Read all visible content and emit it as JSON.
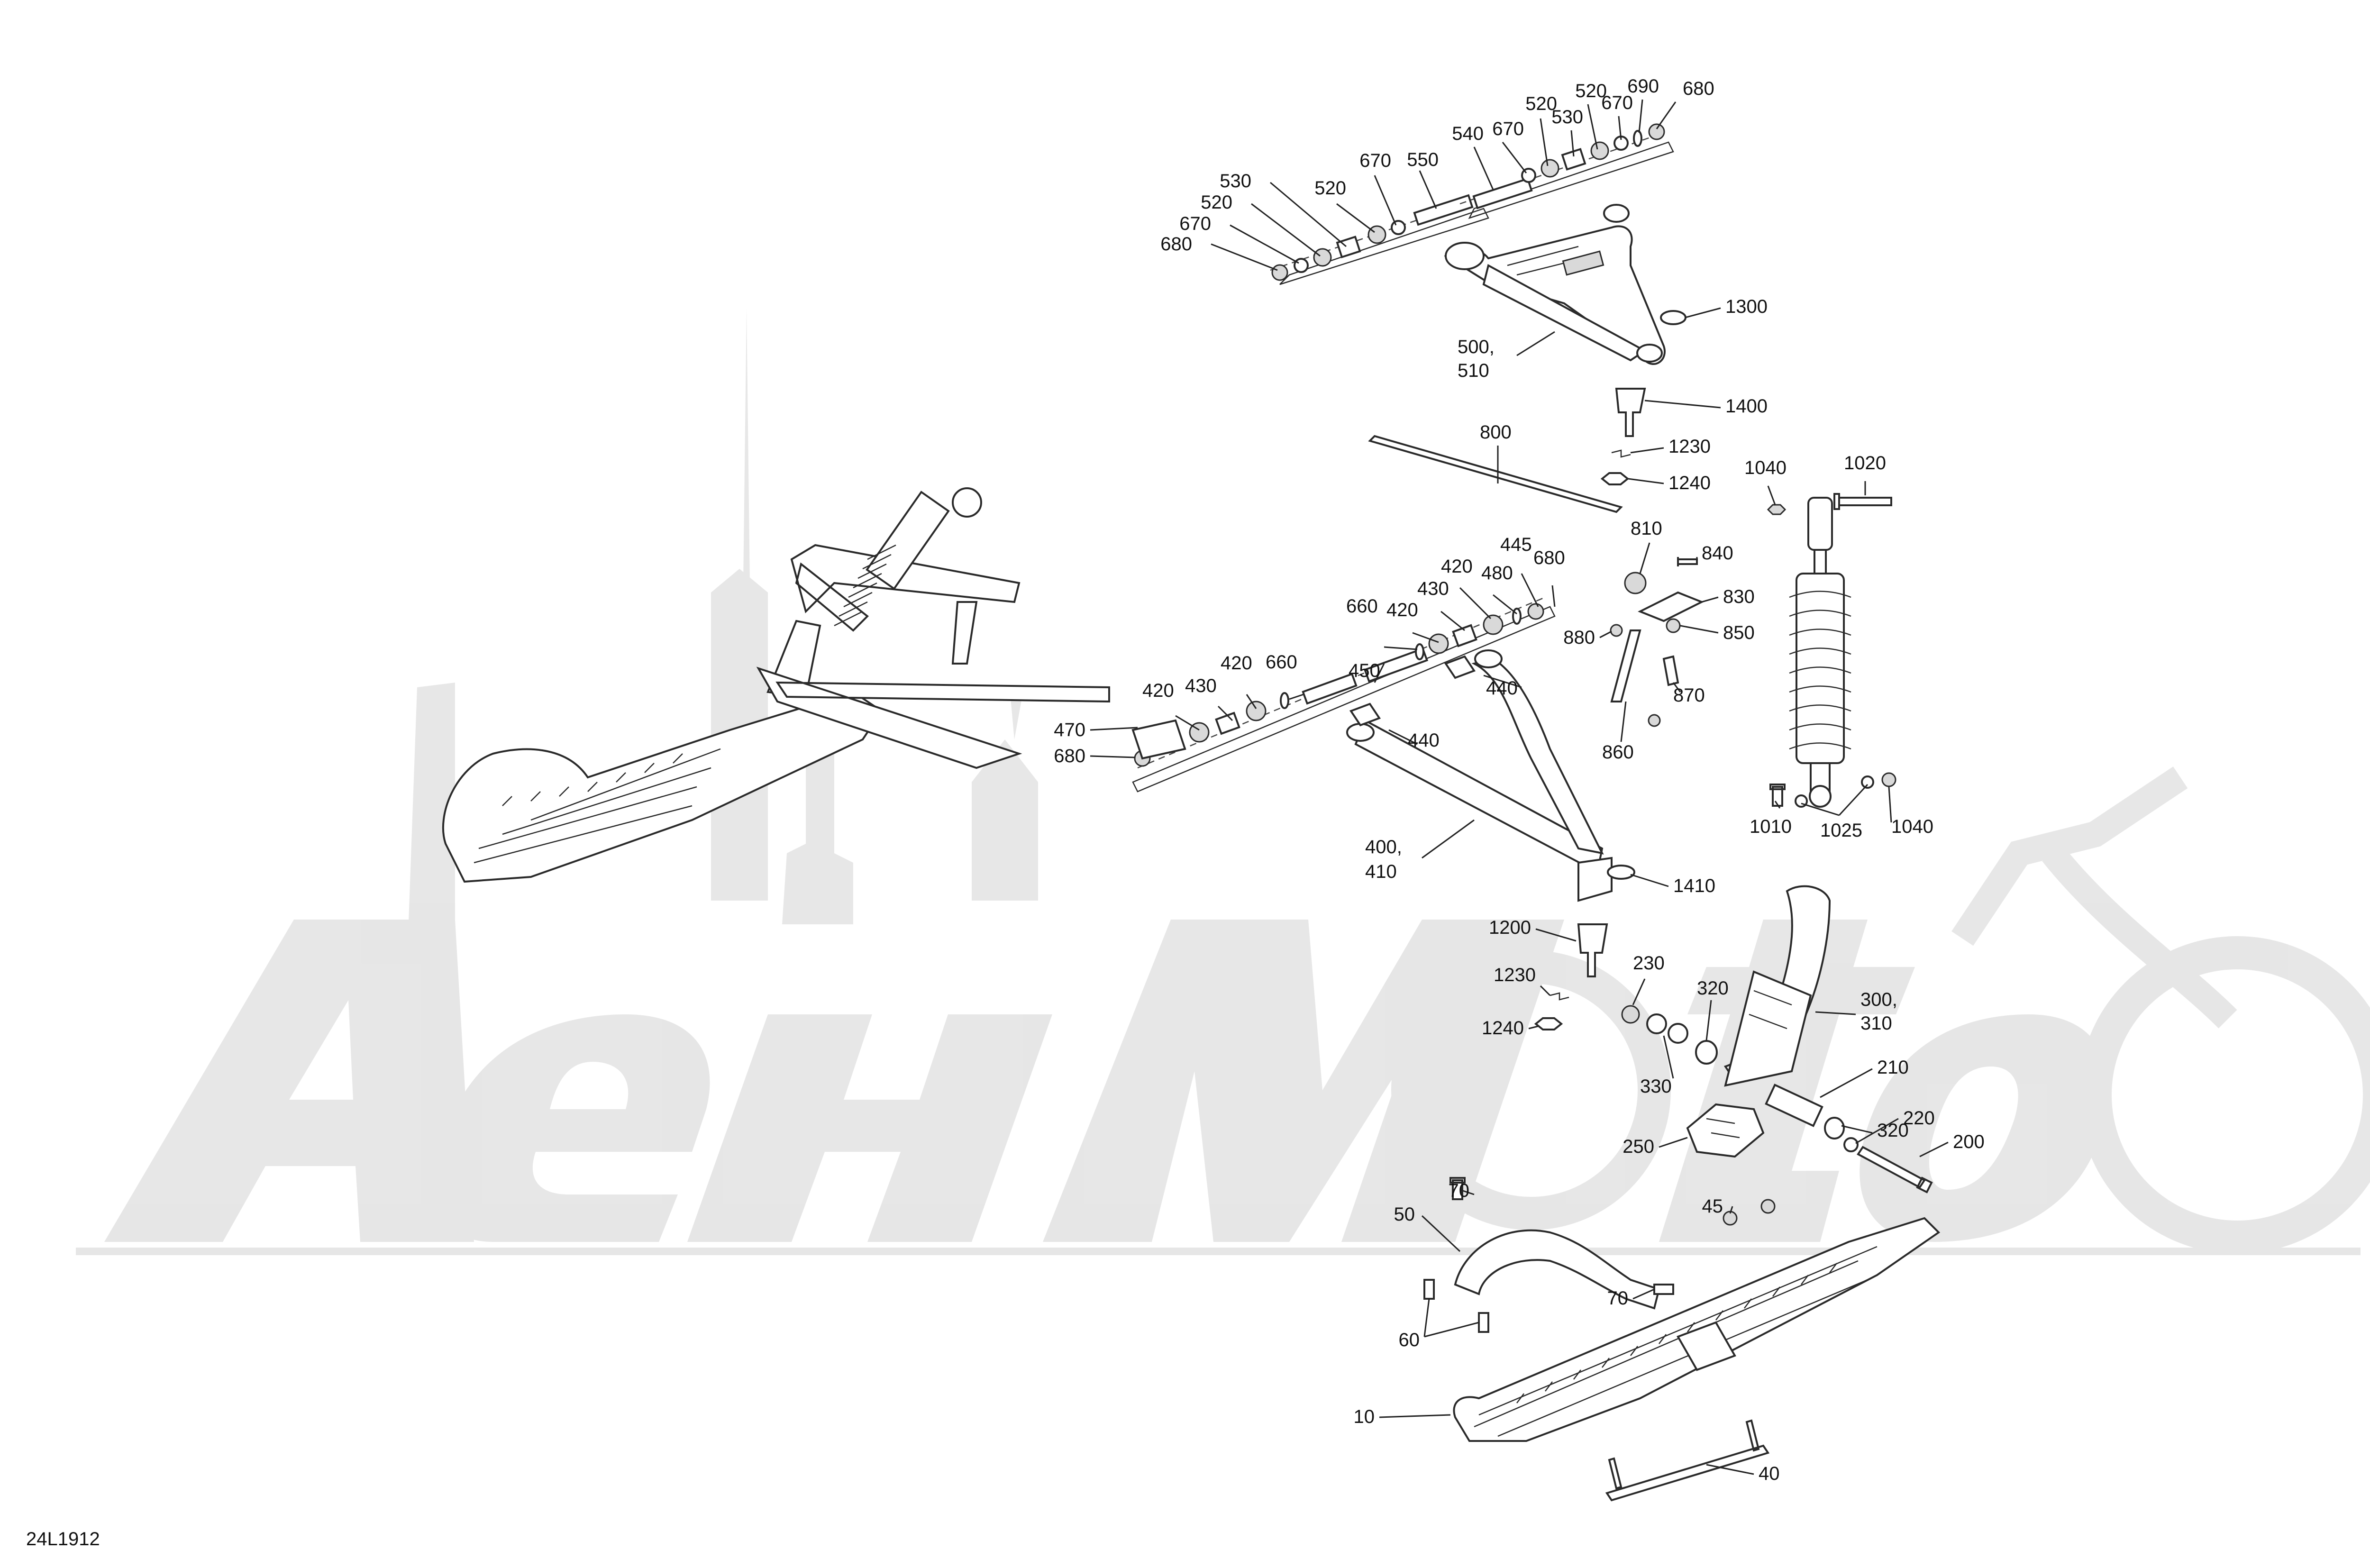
{
  "watermark": {
    "text": "AehMoto"
  },
  "diagram_code": "24L1912",
  "callouts": [
    "680",
    "670",
    "520",
    "530",
    "520",
    "670",
    "550",
    "540",
    "670",
    "520",
    "530",
    "520",
    "670",
    "690",
    "680",
    "500,",
    "510",
    "1300",
    "1400",
    "1230",
    "1240",
    "800",
    "1040",
    "1020",
    "810",
    "840",
    "830",
    "850",
    "880",
    "870",
    "860",
    "445",
    "680",
    "420",
    "480",
    "430",
    "420",
    "660",
    "450",
    "660",
    "420",
    "430",
    "420",
    "470",
    "680",
    "440",
    "440",
    "400,",
    "410",
    "1410",
    "1010",
    "1025",
    "1040",
    "1200",
    "1230",
    "1240",
    "230",
    "320",
    "300,",
    "310",
    "330",
    "210",
    "320",
    "220",
    "200",
    "250",
    "70",
    "50",
    "45",
    "70",
    "60",
    "10",
    "40"
  ]
}
